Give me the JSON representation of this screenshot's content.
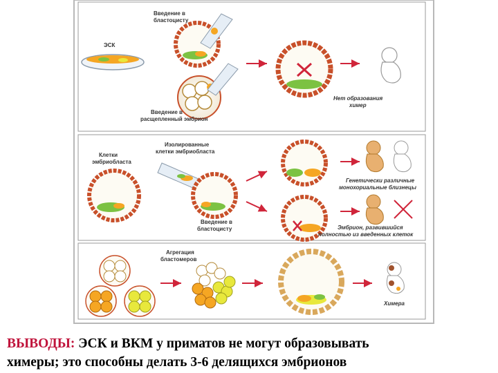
{
  "panel1": {
    "esc_label": "ЭСК",
    "inject_blastocyst_label": [
      "Введение в",
      "бластоцисту"
    ],
    "inject_split_embryo_label": [
      "Введение в",
      "расщепленный эмбрион"
    ],
    "no_chimera_label": [
      "Нет образования",
      "химер"
    ]
  },
  "panel2": {
    "embryoblast_cells_label": [
      "Клетки",
      "эмбриобласта"
    ],
    "isolated_cells_label": [
      "Изолированные",
      "клетки эмбриобласта"
    ],
    "inject_blastocyst_label": [
      "Введение в",
      "бластоцисту"
    ],
    "twins_label": [
      "Генетически различные",
      "монохориальные близнецы"
    ],
    "embryo_from_cells_label": [
      "Эмбрион, развившийся",
      "полностью из введенных клеток"
    ]
  },
  "panel3": {
    "aggregation_label": [
      "Агрегация",
      "бластомеров"
    ],
    "chimera_label": "Химера"
  },
  "conclusion": {
    "heading": "ВЫВОДЫ:",
    "line1": " ЭСК и ВКМ у приматов не могут образовывать",
    "line2": "химеры; это способны делать 3-6 делящихся эмбрионов"
  },
  "colors": {
    "blastocyst_ring": "#c8502a",
    "cell_green": "#7cc242",
    "cell_orange": "#f5a623",
    "cell_yellow": "#e8e83c",
    "arrow_red": "#d0253a",
    "frame_gray": "#b8b8b8"
  }
}
